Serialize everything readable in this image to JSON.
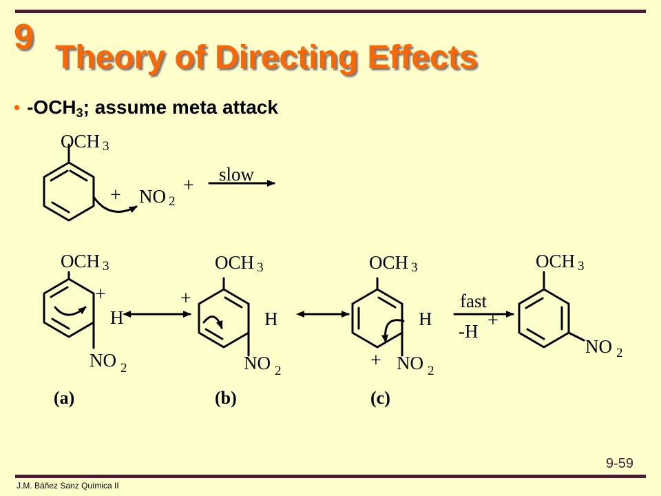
{
  "slide": {
    "chapter": "9",
    "title": "Theory of Directing Effects",
    "bullet": {
      "text": "-OCH",
      "sub": "3",
      "rest": ";  assume meta attack"
    },
    "page_number": "9-59",
    "footer": "J.M. Báñez Sanz Química II"
  },
  "scheme": {
    "substituent": {
      "main": "OCH",
      "sub": "3"
    },
    "electrophile": {
      "main": "NO",
      "sub": "2",
      "charge": "+"
    },
    "plus_sign": "+",
    "positive_charge": "+",
    "hydrogen": "H",
    "nitro": {
      "main": "NO",
      "sub": "2"
    },
    "slow_label": "slow",
    "fast_label": "fast",
    "loss_label": "-H",
    "loss_charge": "+",
    "structure_labels": [
      "(a)",
      "(b)",
      "(c)"
    ]
  },
  "colors": {
    "accent": "#ff6600",
    "rule": "#4d1a33",
    "background": "#ffffcc"
  }
}
